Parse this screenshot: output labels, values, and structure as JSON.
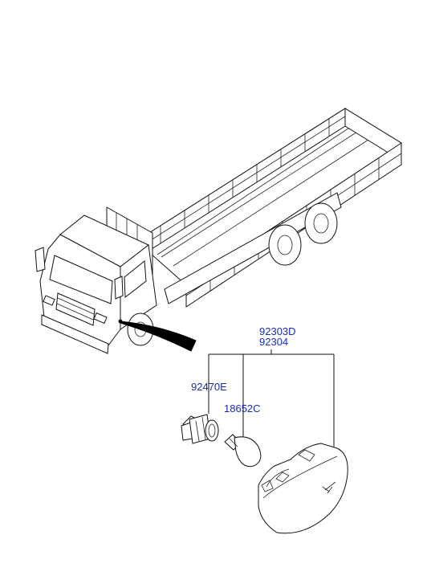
{
  "diagram": {
    "part_numbers": {
      "assembly_a": "92303D",
      "assembly_b": "92304",
      "socket": "92470E",
      "bulb": "18652C"
    },
    "colors": {
      "label": "#1a2bb8",
      "line": "#111111",
      "background": "#ffffff"
    }
  }
}
